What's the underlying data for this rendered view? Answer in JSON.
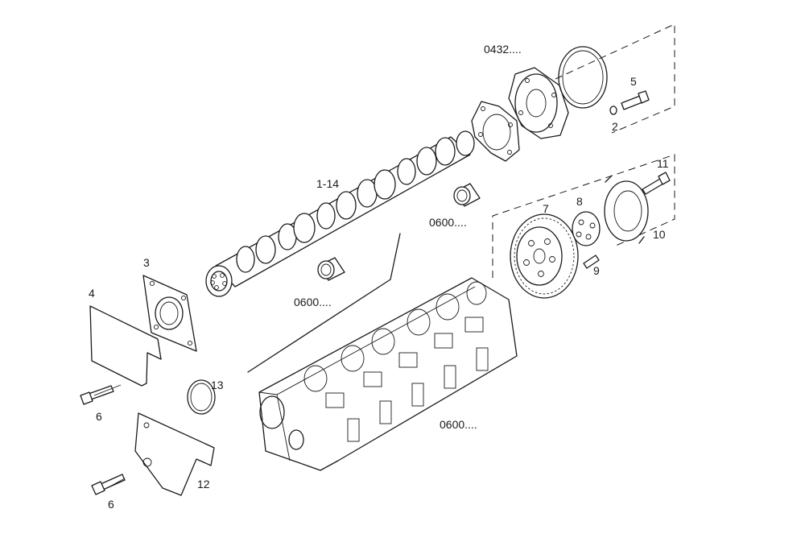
{
  "diagram": {
    "labels": {
      "camshaft": "1-14",
      "washer": "2",
      "cover_plate": "3",
      "bracket_plate": "4",
      "screw_top": "5",
      "screw_left_a": "6",
      "screw_left_b": "6",
      "gear": "7",
      "hub": "8",
      "gear_screw": "9",
      "gear_cover": "10",
      "cover_screw": "11",
      "bottom_bracket": "12",
      "o_ring": "13",
      "ref_top": "0432....",
      "ref_bushing_upper": "0600....",
      "ref_bushing_lower": "0600....",
      "ref_head": "0600...."
    }
  }
}
